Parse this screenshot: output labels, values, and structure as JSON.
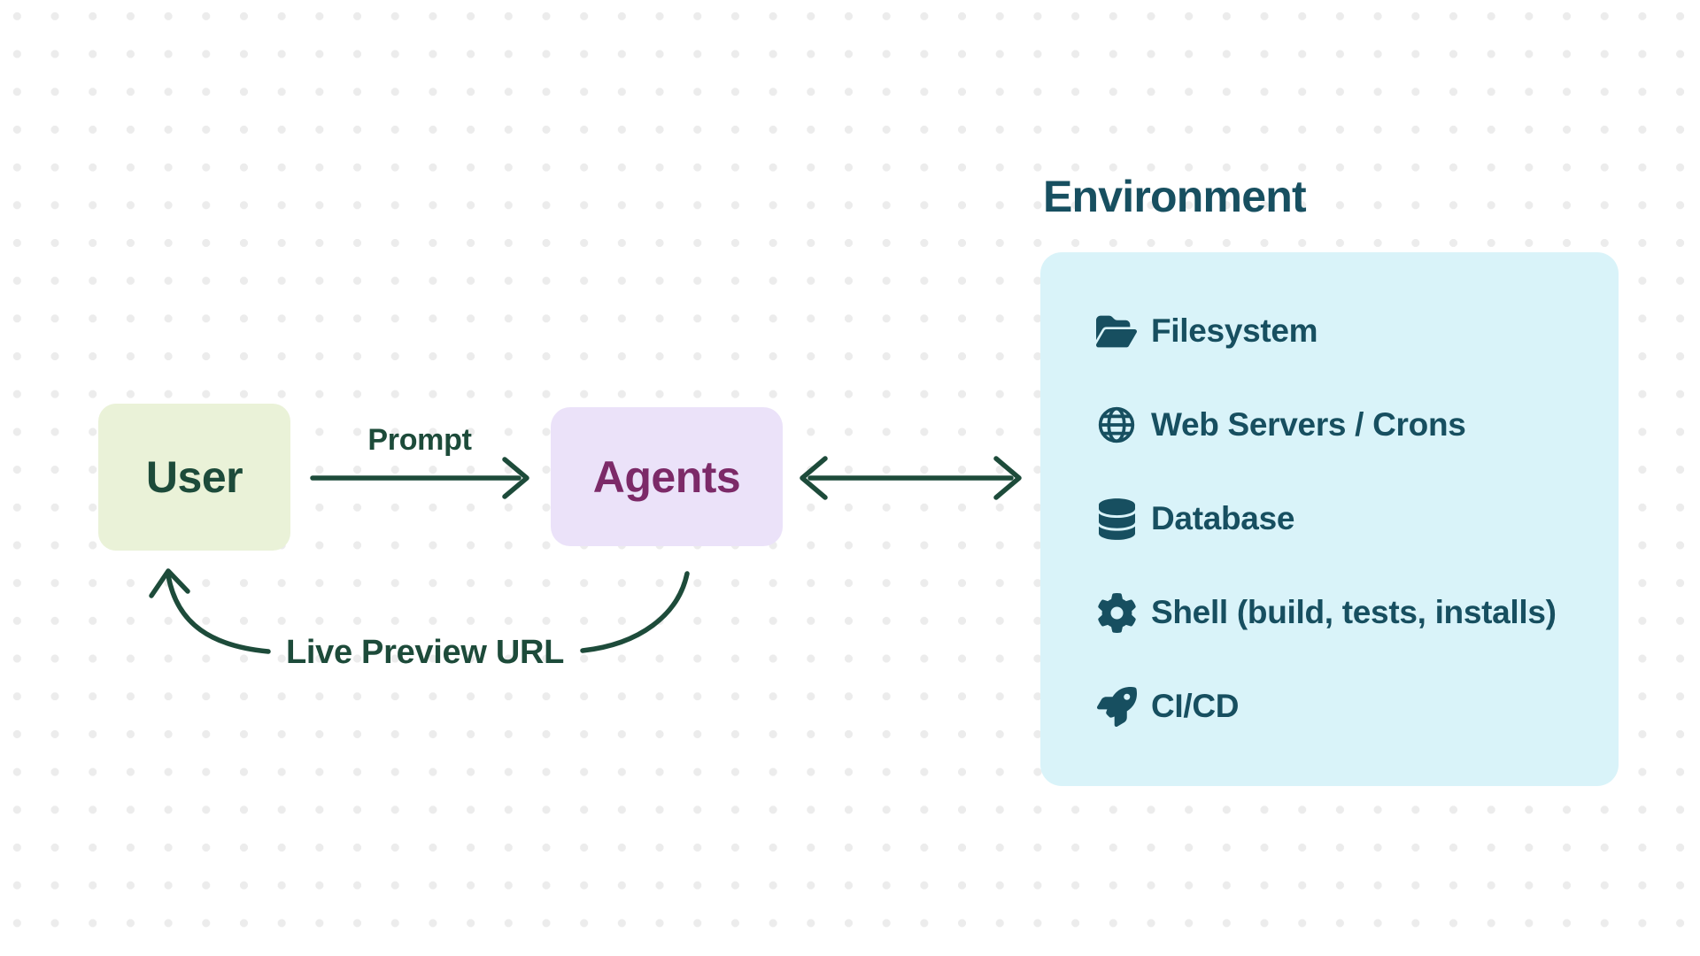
{
  "diagram": {
    "user": {
      "label": "User"
    },
    "agents": {
      "label": "Agents"
    },
    "arrows": {
      "prompt": {
        "label": "Prompt",
        "direction": "user-to-agents"
      },
      "agents_environment": {
        "label": "",
        "direction": "bidirectional"
      },
      "live_preview": {
        "label": "Live Preview URL",
        "direction": "agents-to-user"
      }
    },
    "environment": {
      "title": "Environment",
      "items": [
        {
          "icon": "folder-open-icon",
          "label": "Filesystem"
        },
        {
          "icon": "globe-icon",
          "label": "Web Servers / Crons"
        },
        {
          "icon": "database-icon",
          "label": "Database"
        },
        {
          "icon": "gear-icon",
          "label": "Shell (build, tests, installs)"
        },
        {
          "icon": "rocket-icon",
          "label": "CI/CD"
        }
      ]
    },
    "colors": {
      "background": "#ffffff",
      "dot_grid": "#ececec",
      "arrow_green": "#1d4b3a",
      "user_box_bg": "#eaf2d8",
      "user_text": "#1d4b3a",
      "agents_box_bg": "#ebe2f9",
      "agents_text": "#7c2a68",
      "environment_panel_bg": "#d9f3f9",
      "environment_text": "#174f60"
    }
  }
}
